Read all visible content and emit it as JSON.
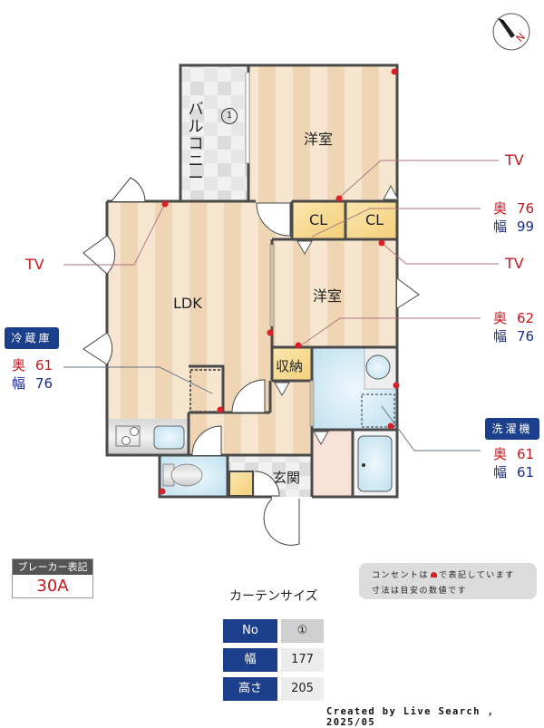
{
  "compass": {
    "label": "N",
    "icon": "compass-north-icon"
  },
  "rooms": {
    "balcony": {
      "label": "バルコニー",
      "curtain_marker": "①"
    },
    "western_room_1": {
      "label": "洋室"
    },
    "western_room_2": {
      "label": "洋室"
    },
    "ldk": {
      "label": "LDK"
    },
    "closet_1": {
      "label": "CL"
    },
    "closet_2": {
      "label": "CL"
    },
    "storage": {
      "label": "収納"
    },
    "entrance": {
      "label": "玄関"
    }
  },
  "annotations": {
    "tv_1": {
      "label": "TV"
    },
    "tv_2": {
      "label": "TV"
    },
    "tv_3": {
      "label": "TV"
    },
    "closet_dim": {
      "depth_key": "奥",
      "depth": "76",
      "width_key": "幅",
      "width": "99"
    },
    "room2_dim": {
      "depth_key": "奥",
      "depth": "62",
      "width_key": "幅",
      "width": "76"
    },
    "fridge": {
      "title": "冷蔵庫",
      "depth_key": "奥",
      "depth": "61",
      "width_key": "幅",
      "width": "76"
    },
    "washer": {
      "title": "洗濯機",
      "depth_key": "奥",
      "depth": "61",
      "width_key": "幅",
      "width": "61"
    }
  },
  "breaker": {
    "title": "ブレーカー表記",
    "value": "30A"
  },
  "note": {
    "line1_a": "コンセントは",
    "line1_b": "で表記しています",
    "line2": "寸法は目安の数値です"
  },
  "curtain": {
    "title": "カーテンサイズ",
    "rows": [
      {
        "key": "No",
        "value": "①"
      },
      {
        "key": "幅",
        "value": "177"
      },
      {
        "key": "高さ",
        "value": "205"
      }
    ]
  },
  "credit": "Created by Live Search , 2025/05",
  "colors": {
    "wall": "#4a4a4a",
    "floor_light": "#f7e6cf",
    "floor_dark": "#efd5b4",
    "closet": "#f8dc90",
    "wet_area": "#d4ecf6",
    "outlet": "#d9212a",
    "accent_red": "#c8161d",
    "accent_blue": "#1a2c8c",
    "badge_blue": "#1b3f8b"
  }
}
